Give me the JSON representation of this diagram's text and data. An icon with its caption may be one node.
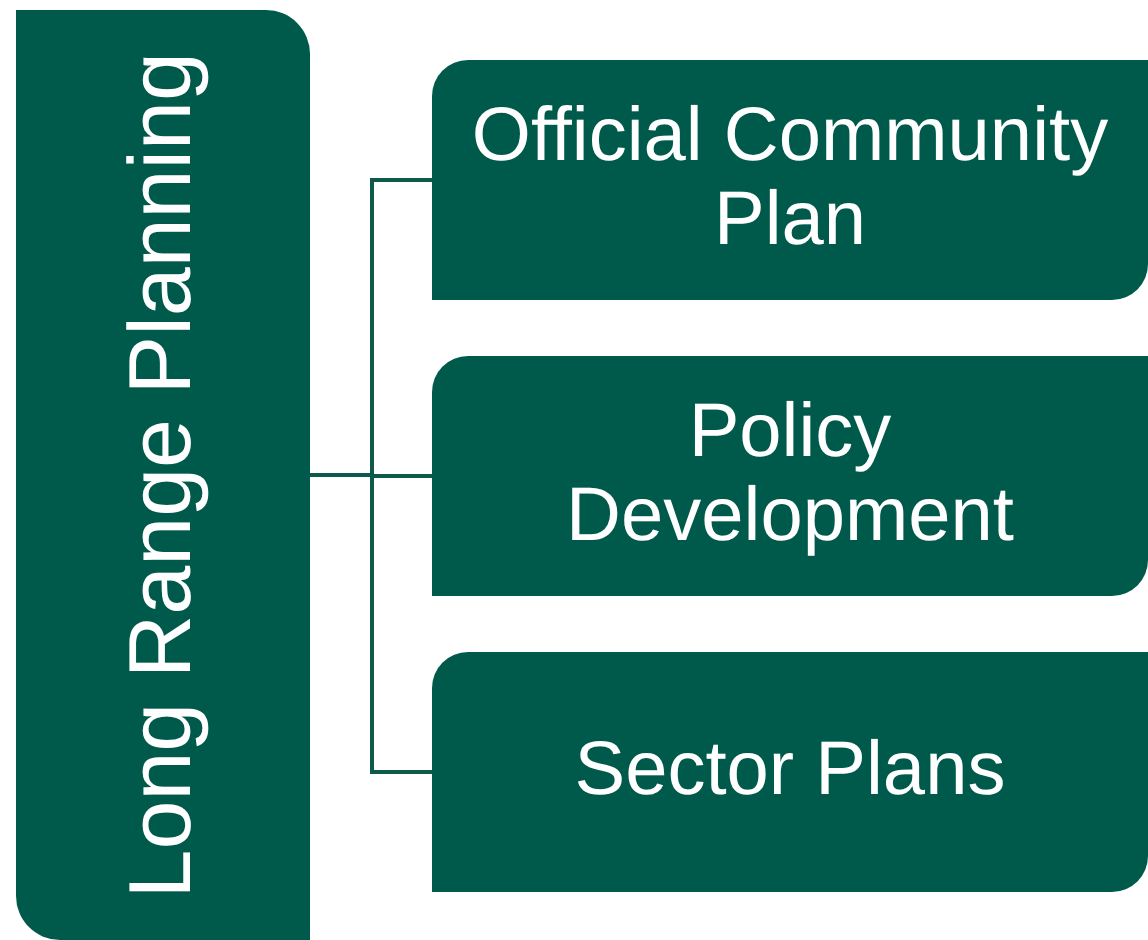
{
  "diagram": {
    "nodes": [
      {
        "text": [
          "Long Range Planning"
        ]
      },
      {
        "text": [
          "Official Community Plan"
        ]
      },
      {
        "text": [
          "Policy Development"
        ]
      },
      {
        "text": [
          "Sector Plans"
        ]
      }
    ],
    "edges": [
      {
        "from": 0,
        "to": 1,
        "arrow": "none"
      },
      {
        "from": 0,
        "to": 2,
        "arrow": "none"
      },
      {
        "from": 0,
        "to": 3,
        "arrow": "none"
      }
    ]
  }
}
